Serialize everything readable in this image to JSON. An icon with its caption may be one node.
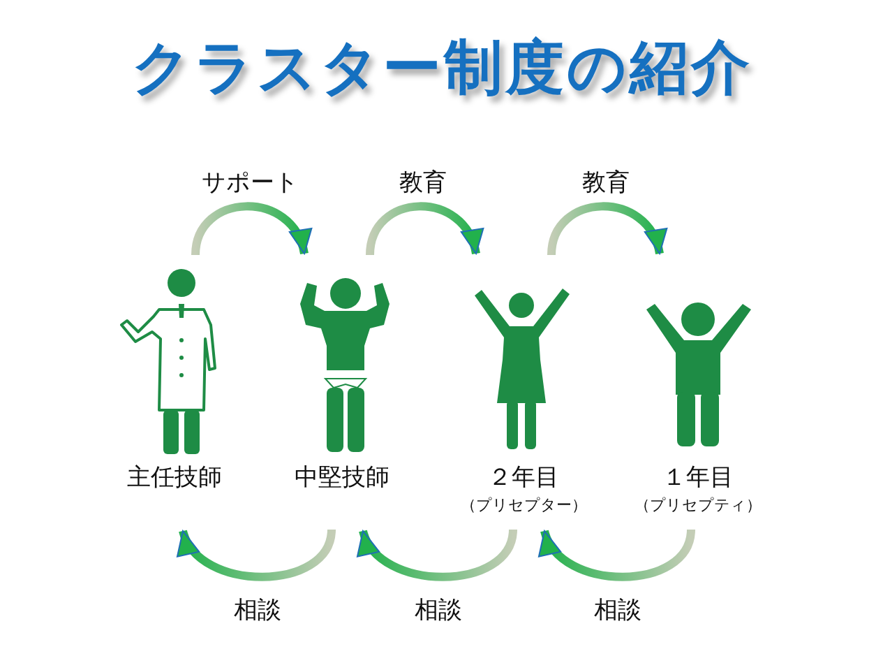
{
  "diagram": {
    "title": "クラスター制度の紹介",
    "nodes": [
      {
        "text": [
          "主任技師"
        ]
      },
      {
        "text": [
          "中堅技師"
        ]
      },
      {
        "text": [
          "２年目",
          "（プリセプター）"
        ]
      },
      {
        "text": [
          "１年目",
          "（プリセプティ）"
        ]
      }
    ],
    "edges": [
      {
        "from": 0,
        "to": 1,
        "arrow": "to",
        "label": "サポート"
      },
      {
        "from": 1,
        "to": 2,
        "arrow": "to",
        "label": "教育"
      },
      {
        "from": 2,
        "to": 3,
        "arrow": "to",
        "label": "教育"
      },
      {
        "from": 1,
        "to": 0,
        "arrow": "to",
        "label": "相談"
      },
      {
        "from": 2,
        "to": 1,
        "arrow": "to",
        "label": "相談"
      },
      {
        "from": 3,
        "to": 2,
        "arrow": "to",
        "label": "相談"
      }
    ]
  }
}
